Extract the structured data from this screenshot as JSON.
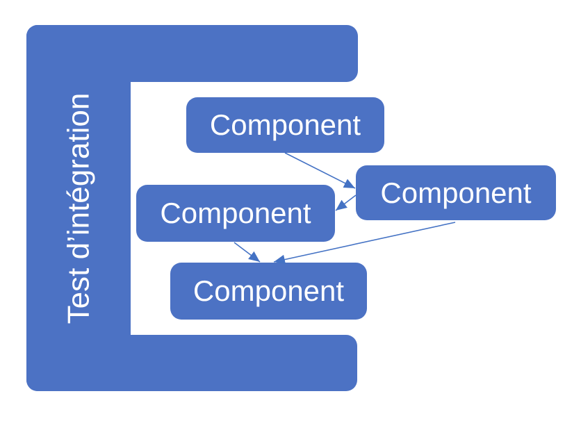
{
  "diagram": {
    "title": "Test d’intégration",
    "components": [
      {
        "id": "component-1",
        "label": "Component"
      },
      {
        "id": "component-2",
        "label": "Component"
      },
      {
        "id": "component-3",
        "label": "Component"
      },
      {
        "id": "component-4",
        "label": "Component"
      }
    ],
    "connections": [
      {
        "from": "component-1",
        "to": "component-2"
      },
      {
        "from": "component-2",
        "to": "component-3"
      },
      {
        "from": "component-3",
        "to": "component-4"
      },
      {
        "from": "component-2",
        "to": "component-4"
      }
    ],
    "colors": {
      "shape_fill": "#4C72C4",
      "arrow": "#4472C4",
      "label_text": "#FFFFFF",
      "background": "#FFFFFF"
    }
  }
}
